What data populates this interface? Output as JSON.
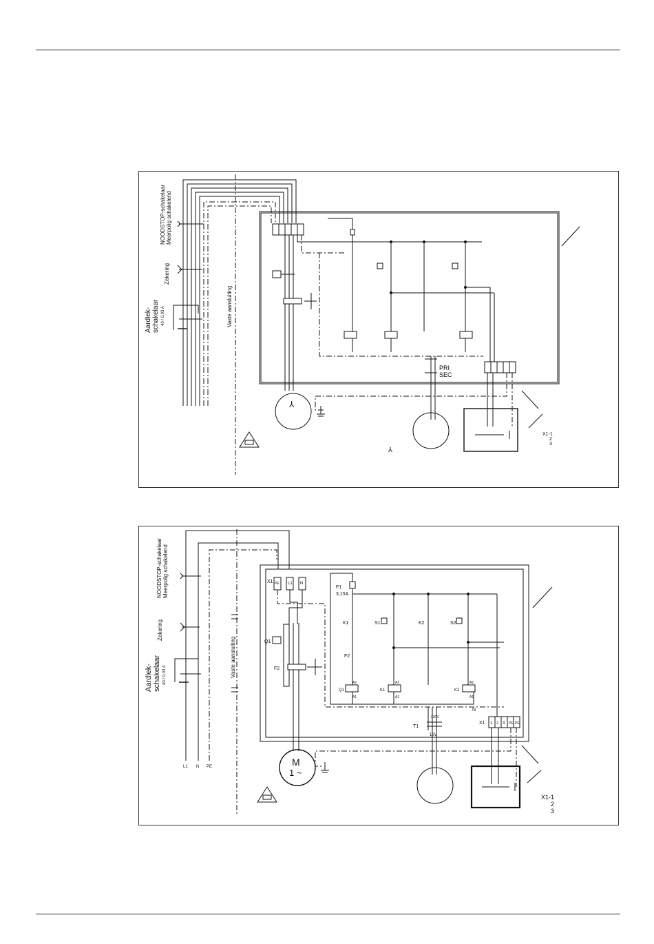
{
  "diagram1": {
    "labels": {
      "noodstop": "NOODSTOP-schakelaar",
      "meerpolig": "Meerpolig schakelend",
      "zekering": "Zekering",
      "aardlek1": "Aardlek-",
      "aardlek2": "schakelaar",
      "aardlek_rating": "40 / 0,03 A",
      "vaste": "Vaste aansluiting",
      "pri": "PRI",
      "sec": "SEC",
      "x1_1": "X1-1",
      "x1_2": "2",
      "x1_3": "3",
      "lambda": "⅄"
    }
  },
  "diagram2": {
    "labels": {
      "noodstop": "NOODSTOP-schakelaar",
      "meerpolig": "Meerpolig schakelend",
      "zekering": "Zekering",
      "aardlek1": "Aardlek-",
      "aardlek2": "schakelaar",
      "aardlek_rating": "40 / 0,03 A",
      "vaste": "Vaste aansluiting",
      "x1": "X1",
      "pe": "PE",
      "l1": "L1",
      "n": "N",
      "f1": "F1",
      "f1_rating": "3,15A",
      "k1": "K1",
      "s1": "S1",
      "k2": "K2",
      "s2": "S2",
      "f2": "F2",
      "q1": "Q1",
      "a1": "A1",
      "a2": "A2",
      "t1": "T1",
      "v230": "230V",
      "v12": "12V",
      "motor_m": "M",
      "motor_phase": "1 ~",
      "term_1": "1",
      "term_2": "2",
      "term_3": "3",
      "x1_1": "X1-1",
      "x1_2": "2",
      "x1_3": "3",
      "bottom_l1": "L1",
      "bottom_n": "N",
      "bottom_pe": "PE"
    }
  }
}
